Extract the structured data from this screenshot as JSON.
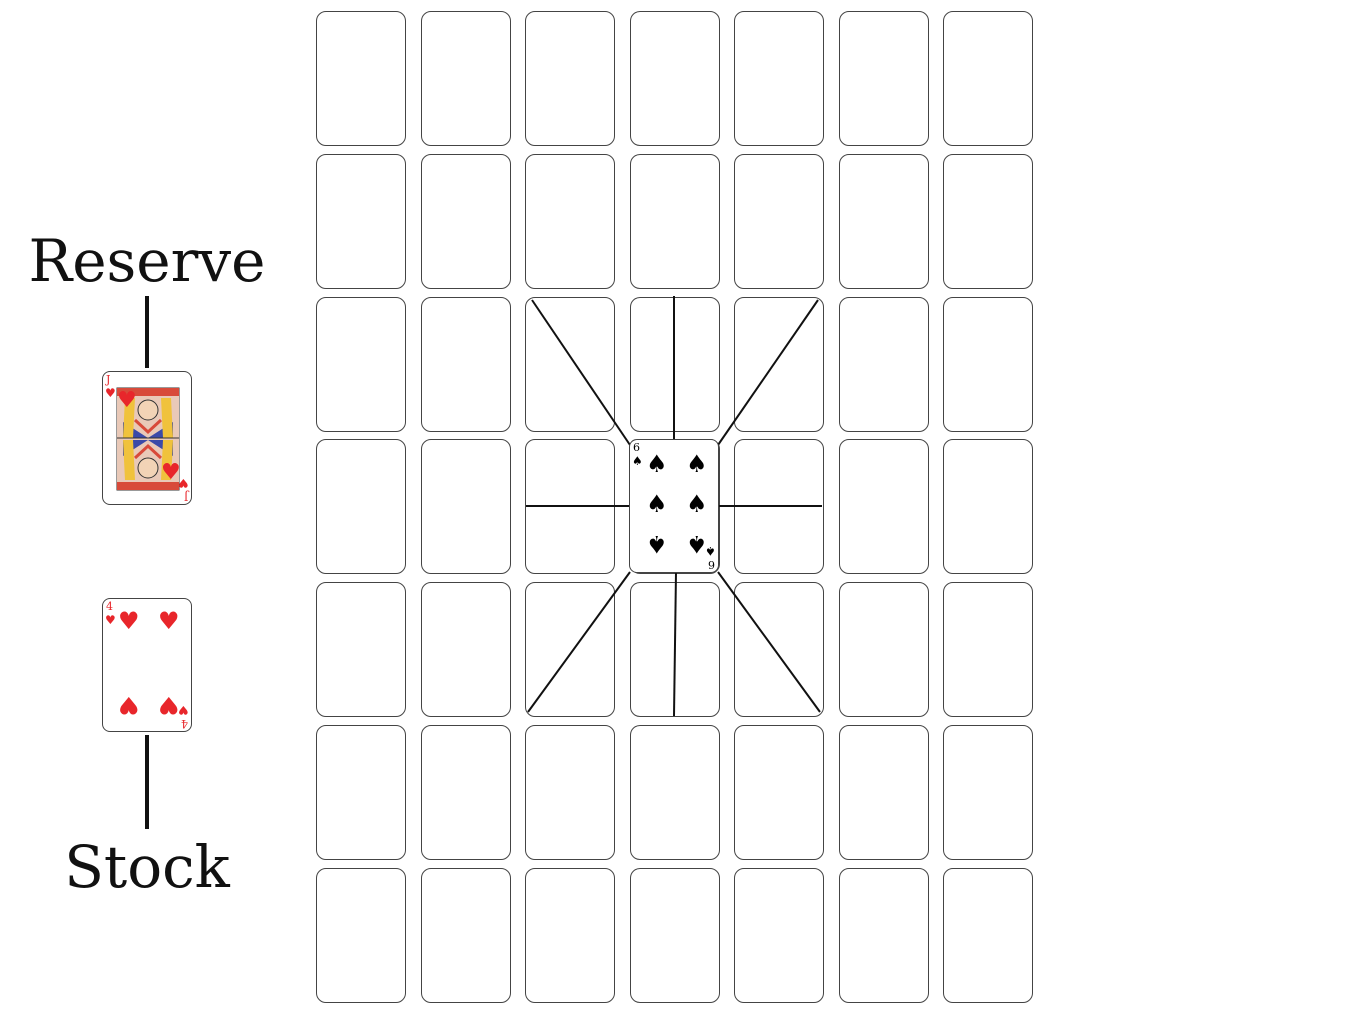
{
  "labels": {
    "reserve": "Reserve",
    "stock": "Stock"
  },
  "grid": {
    "rows": 7,
    "cols": 7
  },
  "center_card": {
    "rank": "6",
    "suit": "spades",
    "suit_glyph": "♠",
    "color": "#000000"
  },
  "reserve_card": {
    "rank": "J",
    "suit": "hearts",
    "suit_glyph": "♥",
    "color": "#e8262b"
  },
  "stock_card": {
    "rank": "4",
    "suit": "hearts",
    "suit_glyph": "♥",
    "color": "#e8262b"
  },
  "colors": {
    "red": "#e8262b",
    "black": "#000000",
    "outline": "#444444"
  }
}
